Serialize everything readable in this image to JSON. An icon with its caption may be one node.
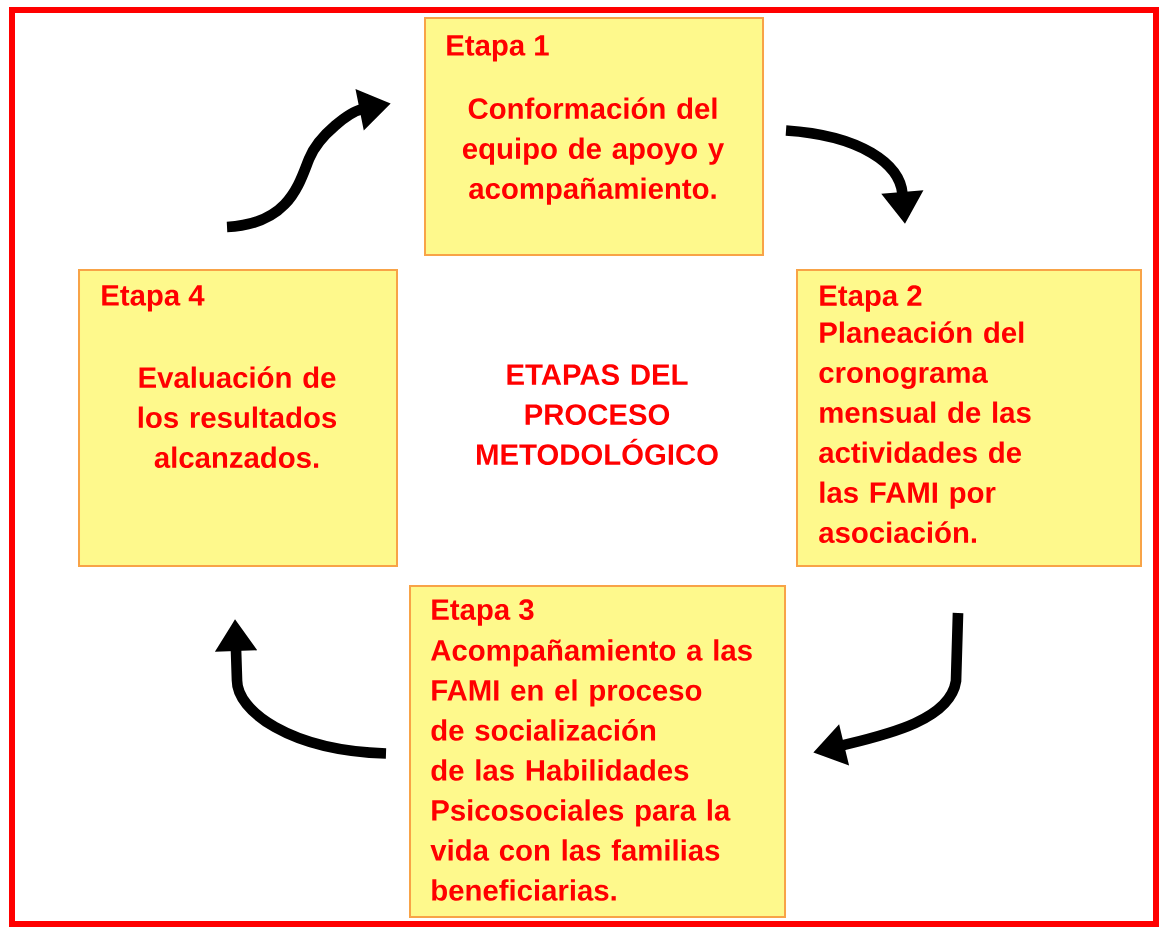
{
  "diagram": {
    "nodes": [
      {
        "text": [
          "Etapa 1",
          "Conformación del equipo de apoyo y acompañamiento."
        ]
      },
      {
        "text": [
          "Etapa 2",
          "Planeación del cronograma mensual de las actividades de las FAMI por asociación."
        ]
      },
      {
        "text": [
          "Etapa 3",
          "Acompañamiento a las FAMI en el proceso de socialización de las Habilidades Psicosociales para la vida con las familias beneficiarias."
        ]
      },
      {
        "text": [
          "Etapa 4",
          "Evaluación de los resultados alcanzados."
        ]
      }
    ],
    "edges": [
      {
        "from": 0,
        "to": 1,
        "arrow": "to"
      },
      {
        "from": 1,
        "to": 2,
        "arrow": "to"
      },
      {
        "from": 2,
        "to": 3,
        "arrow": "to"
      },
      {
        "from": 3,
        "to": 0,
        "arrow": "to"
      }
    ],
    "labels": [
      "ETAPAS DEL PROCESO METODOLÓGICO"
    ]
  }
}
